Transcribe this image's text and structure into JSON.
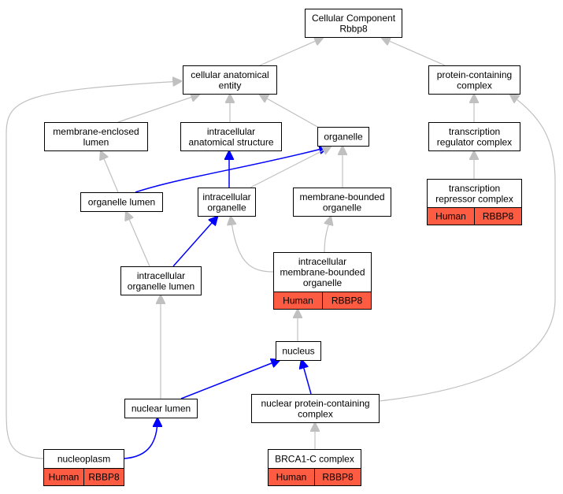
{
  "colors": {
    "annotation_fill": "#fd5c43",
    "edge_is_a": "#c0c0c0",
    "edge_highlight": "#0000ff",
    "node_border": "#000000",
    "node_fill": "#ffffff"
  },
  "nodes": {
    "root": {
      "lines": [
        "Cellular Component",
        "Rbbp8"
      ]
    },
    "cae": {
      "lines": [
        "cellular anatomical",
        "entity"
      ]
    },
    "pcc": {
      "lines": [
        "protein-containing",
        "complex"
      ]
    },
    "mel": {
      "lines": [
        "membrane-enclosed",
        "lumen"
      ]
    },
    "ias": {
      "lines": [
        "intracellular",
        "anatomical structure"
      ]
    },
    "org": {
      "lines": [
        "organelle"
      ]
    },
    "trc": {
      "lines": [
        "transcription",
        "regulator complex"
      ]
    },
    "orgl": {
      "lines": [
        "organelle lumen"
      ]
    },
    "io": {
      "lines": [
        "intracellular",
        "organelle"
      ]
    },
    "mbo": {
      "lines": [
        "membrane-bounded",
        "organelle"
      ]
    },
    "trpc": {
      "lines": [
        "transcription",
        "repressor complex"
      ],
      "annotation": [
        "Human",
        "RBBP8"
      ]
    },
    "iol": {
      "lines": [
        "intracellular",
        "organelle lumen"
      ]
    },
    "imbo": {
      "lines": [
        "intracellular",
        "membrane-bounded",
        "organelle"
      ],
      "annotation": [
        "Human",
        "RBBP8"
      ]
    },
    "nuc": {
      "lines": [
        "nucleus"
      ]
    },
    "nl": {
      "lines": [
        "nuclear lumen"
      ]
    },
    "npcc": {
      "lines": [
        "nuclear protein-containing",
        "complex"
      ]
    },
    "np": {
      "lines": [
        "nucleoplasm"
      ],
      "annotation": [
        "Human",
        "RBBP8"
      ]
    },
    "brca": {
      "lines": [
        "BRCA1-C complex"
      ],
      "annotation": [
        "Human",
        "RBBP8"
      ]
    }
  },
  "edges": [
    {
      "from": "cae",
      "to": "root",
      "type": "is_a"
    },
    {
      "from": "pcc",
      "to": "root",
      "type": "is_a"
    },
    {
      "from": "mel",
      "to": "cae",
      "type": "is_a"
    },
    {
      "from": "ias",
      "to": "cae",
      "type": "is_a"
    },
    {
      "from": "org",
      "to": "cae",
      "type": "is_a"
    },
    {
      "from": "np",
      "to": "cae",
      "type": "is_a"
    },
    {
      "from": "trc",
      "to": "pcc",
      "type": "is_a"
    },
    {
      "from": "npcc",
      "to": "pcc",
      "type": "is_a"
    },
    {
      "from": "trpc",
      "to": "trc",
      "type": "is_a"
    },
    {
      "from": "orgl",
      "to": "mel",
      "type": "is_a"
    },
    {
      "from": "orgl",
      "to": "org",
      "type": "highlight"
    },
    {
      "from": "io",
      "to": "org",
      "type": "is_a"
    },
    {
      "from": "io",
      "to": "ias",
      "type": "highlight"
    },
    {
      "from": "mbo",
      "to": "org",
      "type": "is_a"
    },
    {
      "from": "iol",
      "to": "orgl",
      "type": "is_a"
    },
    {
      "from": "iol",
      "to": "io",
      "type": "highlight"
    },
    {
      "from": "imbo",
      "to": "io",
      "type": "is_a"
    },
    {
      "from": "imbo",
      "to": "mbo",
      "type": "is_a"
    },
    {
      "from": "nuc",
      "to": "imbo",
      "type": "is_a"
    },
    {
      "from": "nl",
      "to": "iol",
      "type": "is_a"
    },
    {
      "from": "nl",
      "to": "nuc",
      "type": "highlight"
    },
    {
      "from": "npcc",
      "to": "nuc",
      "type": "highlight"
    },
    {
      "from": "np",
      "to": "nl",
      "type": "highlight"
    },
    {
      "from": "brca",
      "to": "npcc",
      "type": "is_a"
    }
  ]
}
